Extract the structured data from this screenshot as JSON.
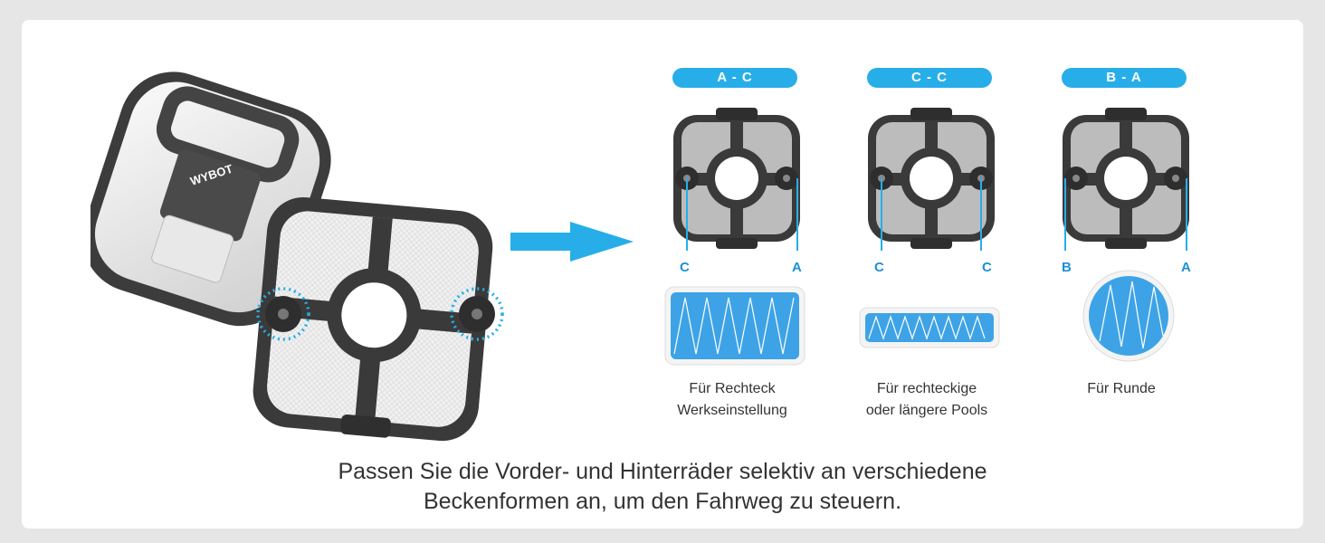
{
  "colors": {
    "accent": "#27aee9",
    "background": "#e6e6e6",
    "card": "#ffffff",
    "text": "#333333"
  },
  "product": {
    "brand": "WYBOT",
    "icon": "pool-robot-image"
  },
  "configs": [
    {
      "tag": "A - C",
      "left_wheel": "C",
      "right_wheel": "A",
      "caption_line1": "Für Rechteck",
      "caption_line2": "Werkseinstellung",
      "pool_shape": "rectangle"
    },
    {
      "tag": "C - C",
      "left_wheel": "C",
      "right_wheel": "C",
      "caption_line1": "Für rechteckige",
      "caption_line2": "oder längere Pools",
      "pool_shape": "long-rectangle"
    },
    {
      "tag": "B - A",
      "left_wheel": "B",
      "right_wheel": "A",
      "caption_line1": "Für Runde",
      "caption_line2": "",
      "pool_shape": "circle"
    }
  ],
  "footer": {
    "line1": "Passen Sie die Vorder- und Hinterräder selektiv an verschiedene",
    "line2": "Beckenformen an, um den Fahrweg zu steuern."
  }
}
